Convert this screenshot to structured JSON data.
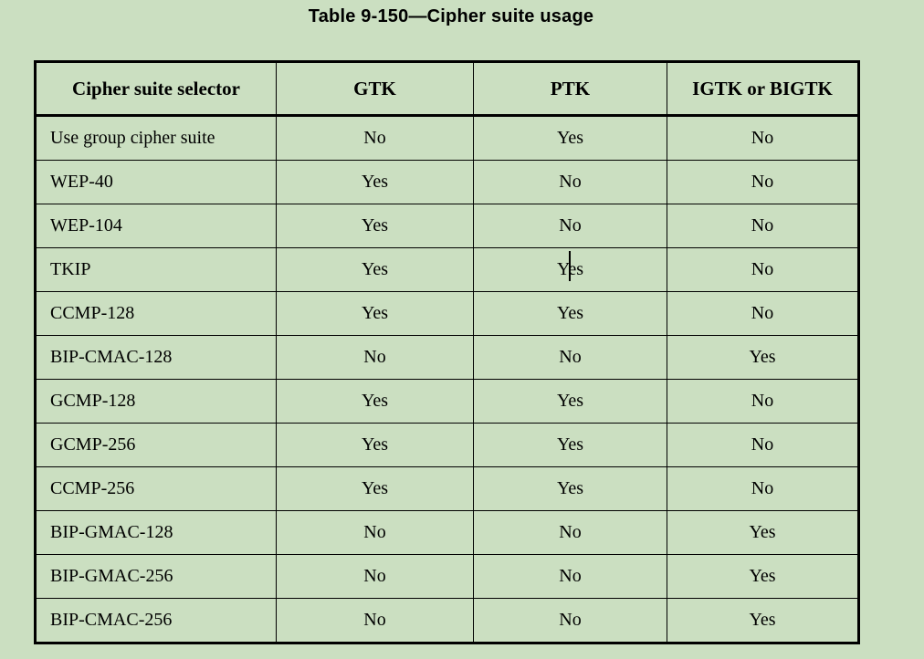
{
  "document": {
    "title": "Table 9-150—Cipher suite usage"
  },
  "table": {
    "headers": [
      "Cipher suite selector",
      "GTK",
      "PTK",
      "IGTK or BIGTK"
    ],
    "rows": [
      [
        "Use group cipher suite",
        "No",
        "Yes",
        "No"
      ],
      [
        "WEP-40",
        "Yes",
        "No",
        "No"
      ],
      [
        "WEP-104",
        "Yes",
        "No",
        "No"
      ],
      [
        "TKIP",
        "Yes",
        "Yes",
        "No"
      ],
      [
        "CCMP-128",
        "Yes",
        "Yes",
        "No"
      ],
      [
        "BIP-CMAC-128",
        "No",
        "No",
        "Yes"
      ],
      [
        "GCMP-128",
        "Yes",
        "Yes",
        "No"
      ],
      [
        "GCMP-256",
        "Yes",
        "Yes",
        "No"
      ],
      [
        "CCMP-256",
        "Yes",
        "Yes",
        "No"
      ],
      [
        "BIP-GMAC-128",
        "No",
        "No",
        "Yes"
      ],
      [
        "BIP-GMAC-256",
        "No",
        "No",
        "Yes"
      ],
      [
        "BIP-CMAC-256",
        "No",
        "No",
        "Yes"
      ]
    ]
  },
  "colors": {
    "background": "#cbdfc1",
    "text": "#000000"
  }
}
